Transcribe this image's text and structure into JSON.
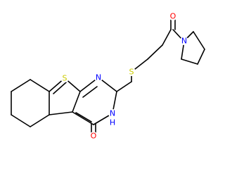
{
  "molecule": {
    "atoms": {
      "ring_sulfur": {
        "label": "S",
        "color": "#cccc00"
      },
      "ring_nitrogen": {
        "label": "N",
        "color": "#0000ff"
      },
      "ring_nh": {
        "label": "N",
        "color": "#0000ff"
      },
      "nh_hydrogen": {
        "label": "H",
        "color": "#0000ff"
      },
      "carbonyl_oxygen": {
        "label": "O",
        "color": "#ff0000"
      },
      "thioether_sulfur": {
        "label": "S",
        "color": "#cccc00"
      },
      "amide_oxygen": {
        "label": "O",
        "color": "#ff0000"
      },
      "pyrrolidine_nitrogen": {
        "label": "N",
        "color": "#0000ff"
      }
    }
  }
}
